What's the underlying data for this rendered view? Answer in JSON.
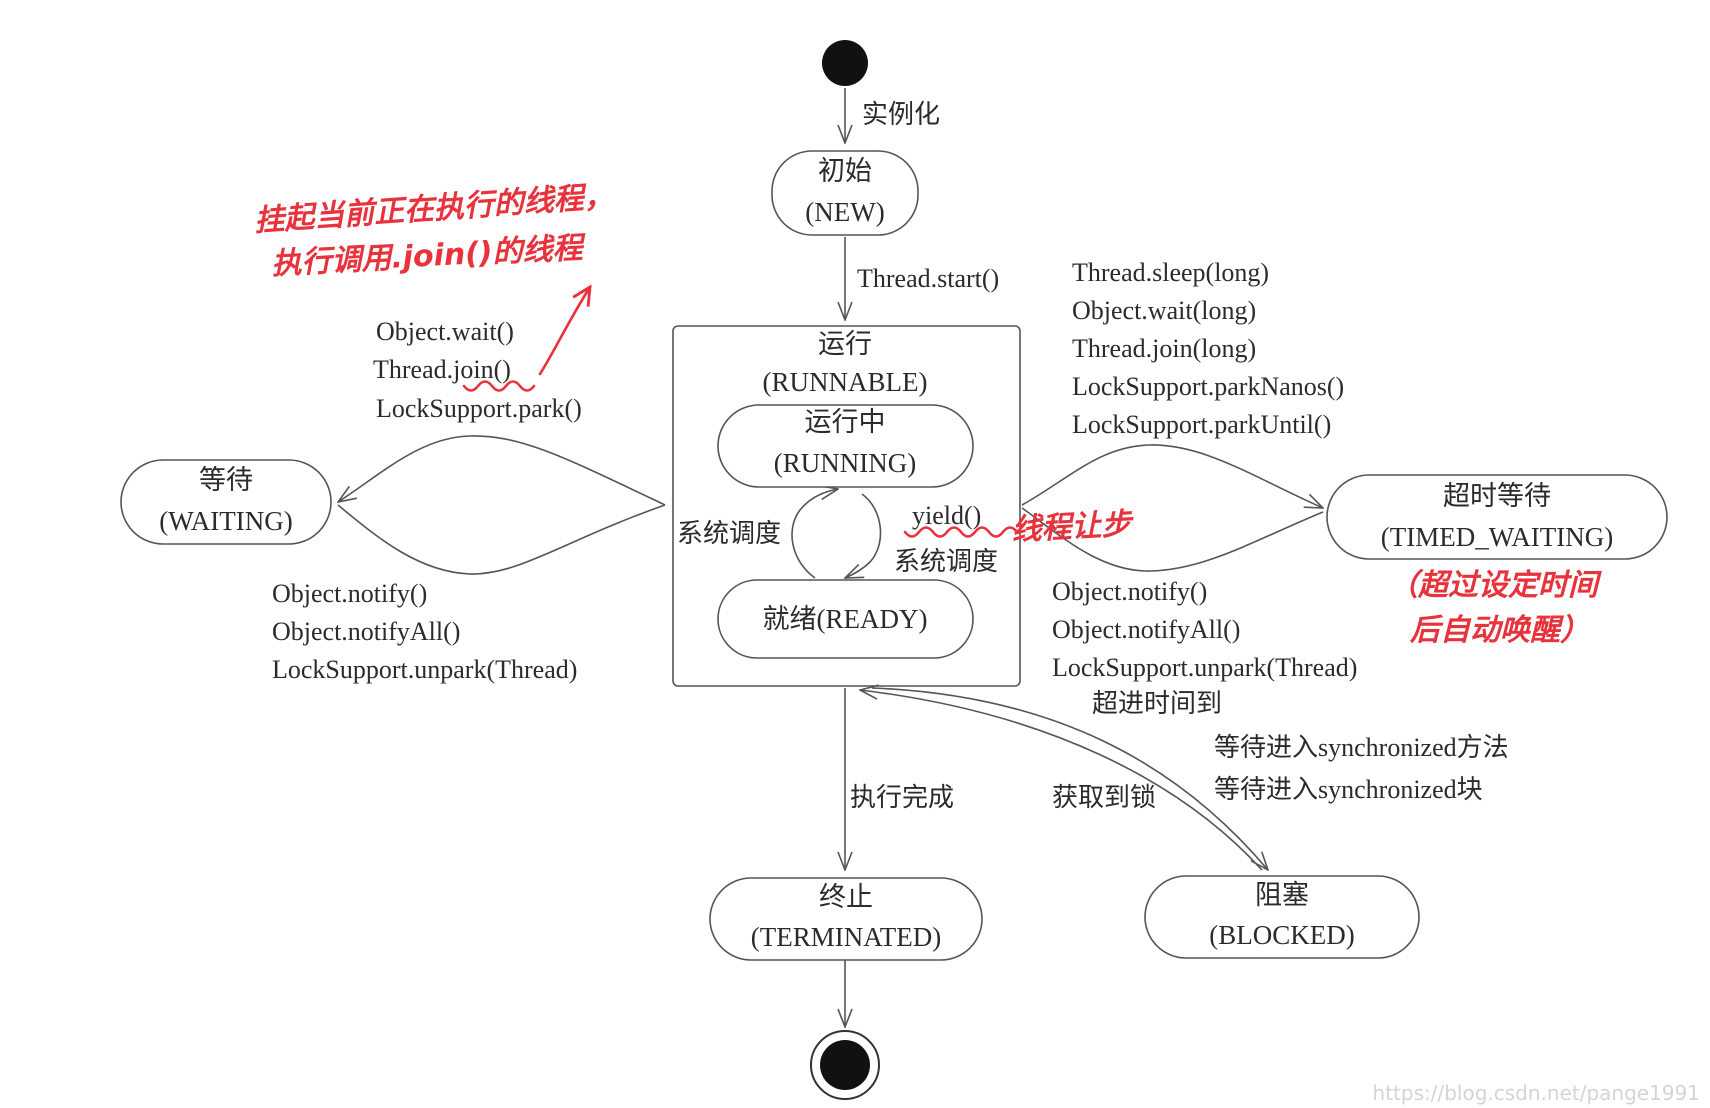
{
  "states": {
    "new": {
      "cn": "初始",
      "en": "(NEW)"
    },
    "runnable": {
      "cn": "运行",
      "en": "(RUNNABLE)"
    },
    "running": {
      "cn": "运行中",
      "en": "(RUNNING)"
    },
    "ready": {
      "label": "就绪(READY)"
    },
    "waiting": {
      "cn": "等待",
      "en": "(WAITING)"
    },
    "timed_waiting": {
      "cn": "超时等待",
      "en": "(TIMED_WAITING)"
    },
    "terminated": {
      "cn": "终止",
      "en": "(TERMINATED)"
    },
    "blocked": {
      "cn": "阻塞",
      "en": "(BLOCKED)"
    }
  },
  "transitions": {
    "instantiate": "实例化",
    "start": "Thread.start()",
    "to_waiting": [
      "Object.wait()",
      "Thread.join()",
      "LockSupport.park()"
    ],
    "from_waiting": [
      "Object.notify()",
      "Object.notifyAll()",
      "LockSupport.unpark(Thread)"
    ],
    "to_timed": [
      "Thread.sleep(long)",
      "Object.wait(long)",
      "Thread.join(long)",
      "LockSupport.parkNanos()",
      "LockSupport.parkUntil()"
    ],
    "from_timed": [
      "Object.notify()",
      "Object.notifyAll()",
      "LockSupport.unpark(Thread)"
    ],
    "schedule_left": "系统调度",
    "yield": "yield()",
    "schedule_right": "系统调度",
    "timeout_reached": "超进时间到",
    "wait_sync": [
      "等待进入synchronized方法",
      "等待进入synchronized块"
    ],
    "done": "执行完成",
    "got_lock": "获取到锁"
  },
  "annotations": {
    "join_note": [
      "挂起当前正在执行的线程，",
      "执行调用.join()的线程"
    ],
    "yield_note": "线程让步",
    "timed_note": [
      "（超过设定时间",
      "后自动唤醒）"
    ]
  },
  "watermark": "https://blog.csdn.net/pange1991"
}
